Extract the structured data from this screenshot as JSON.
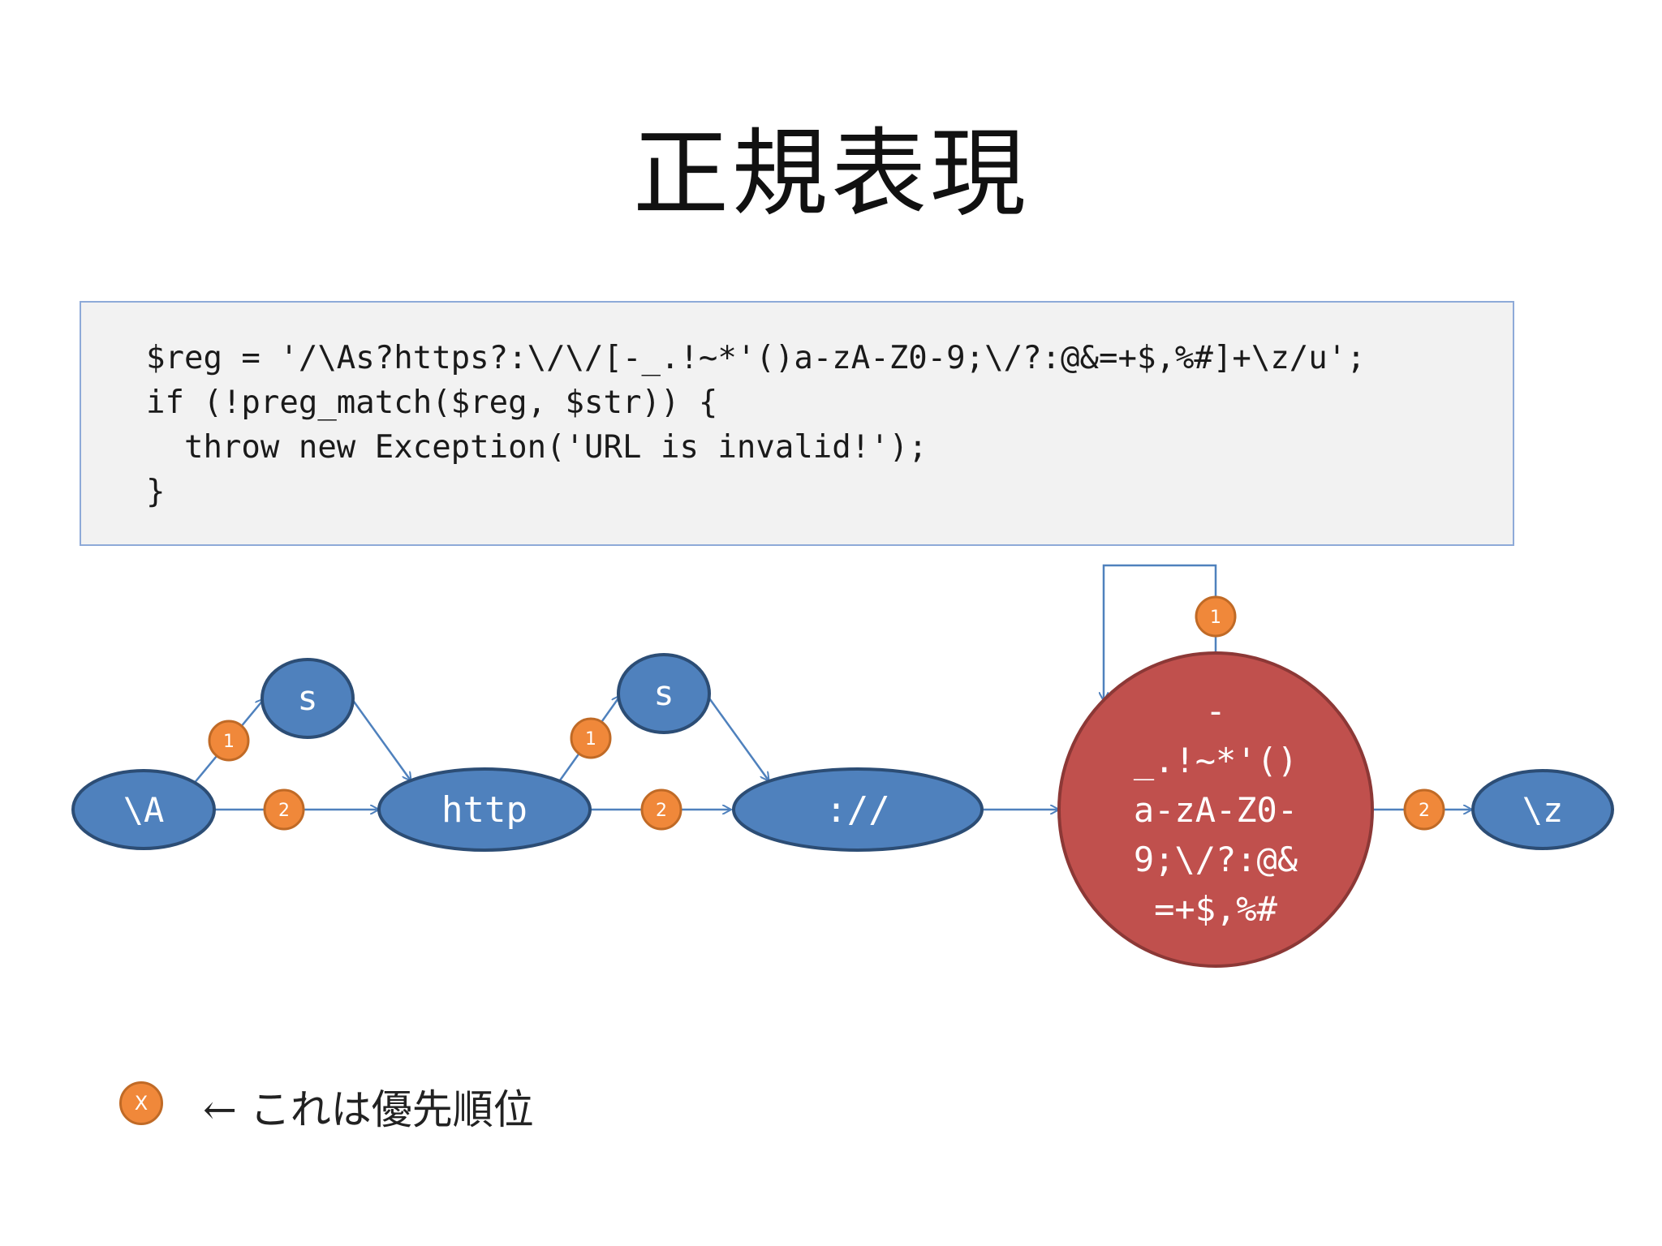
{
  "slide": {
    "title": "正規表現"
  },
  "code": {
    "lines": [
      "$reg = '/\\As?https?:\\/\\/[-_.!~*'()a-zA-Z0-9;\\/?:@&=+$,%#]+\\z/u';",
      "if (!preg_match($reg, $str)) {",
      "  throw new Exception('URL is invalid!');",
      "}"
    ]
  },
  "diagram": {
    "nodes": {
      "start": "\\A",
      "s1": "s",
      "http": "http",
      "s2": "s",
      "scheme_sep": "://",
      "charset_lines": [
        "-",
        "_.!~*'()",
        "a-zA-Z0-",
        "9;\\/?:@&",
        "=+$,%#"
      ],
      "end": "\\z"
    },
    "priorities": {
      "start_to_s": "1",
      "start_to_http": "2",
      "http_to_s": "1",
      "http_to_sep": "2",
      "charset_loop": "1",
      "charset_to_end": "2"
    },
    "colors": {
      "node_fill": "#4f81bd",
      "node_stroke": "#2c4d75",
      "charset_fill": "#c0504d",
      "charset_stroke": "#8c3836",
      "badge_fill": "#f0883a",
      "badge_stroke": "#c06a26",
      "edge": "#4f81bd"
    }
  },
  "legend": {
    "badge": "X",
    "arrow": "←",
    "text": "これは優先順位"
  }
}
